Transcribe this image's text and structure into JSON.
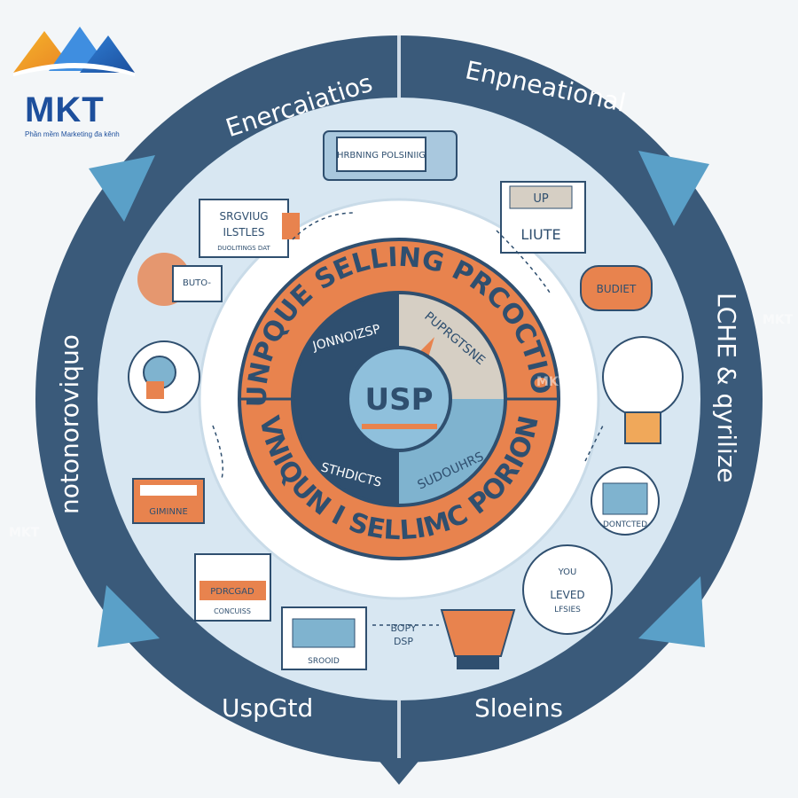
{
  "logo": {
    "brand": "MKT",
    "tagline": "Phần mềm Marketing đa kênh"
  },
  "outer_ring": {
    "top_left": "Enercaiatios",
    "top_right": "Enpneational",
    "left": "notonoroviquo",
    "right": "LCHE & qyrilize",
    "bottom_left": "UspGtd",
    "bottom_right": "Sloeins"
  },
  "core": {
    "arc_top": "IUNPQUE SELLING PRCOCTION",
    "arc_bottom": "VNIQUN I SELLIMC PORION",
    "center": "USP",
    "quadrant_tl": "JONNOIZSP",
    "quadrant_tr": "PUPRGTSNE",
    "quadrant_bl": "STHDICTS",
    "quadrant_br": "SUDOUHRS"
  },
  "icons": {
    "top_card": "HRBNING POLSINIIG",
    "top_left_board_line1": "SRGVIUG",
    "top_left_board_line2": "ILSTLES",
    "top_left_board_line3": "DUOLITINGS DAT",
    "left_upper_card": "BUTO-",
    "top_right_box_line1": "UP",
    "top_right_box_line2": "LIUTE",
    "right_bubble": "BUDIET",
    "right_lower_label": "DONTCTED",
    "left_lower_chart": "GIMINNE",
    "bottom_left_card": "PDRCGAD",
    "bottom_left_lines": "CONCUISS",
    "bottom_monitor": "SROOID",
    "bottom_mid_line1": "BOPY",
    "bottom_mid_line2": "DSP",
    "bottom_right_badge_line1": "YOU",
    "bottom_right_badge_line2": "LEVED",
    "bottom_right_badge_line3": "LFSIES"
  },
  "colors": {
    "ring_dark": "#3a5a7a",
    "ring_light": "#d8e7f2",
    "accent_orange": "#e8834e",
    "core_navy": "#2f4f6f",
    "core_blue": "#7fb3cf",
    "core_beige": "#d6cfc4",
    "arrow_blue": "#5aa0c8"
  },
  "watermark": "MKT"
}
